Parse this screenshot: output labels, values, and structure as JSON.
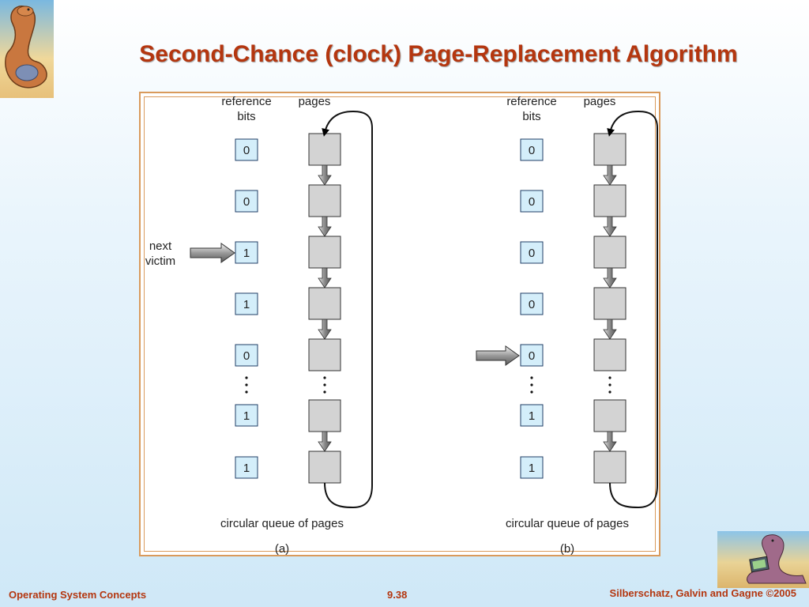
{
  "slide": {
    "title": "Second-Chance (clock) Page-Replacement Algorithm"
  },
  "diagram": {
    "panels": [
      {
        "label": "(a)",
        "header_reference_bits_line1": "reference",
        "header_reference_bits_line2": "bits",
        "header_pages": "pages",
        "bits": [
          "0",
          "0",
          "1",
          "1",
          "0",
          "1",
          "1"
        ],
        "pointer_label_line1": "next",
        "pointer_label_line2": "victim",
        "queue_caption": "circular queue of pages"
      },
      {
        "label": "(b)",
        "header_reference_bits_line1": "reference",
        "header_reference_bits_line2": "bits",
        "header_pages": "pages",
        "bits": [
          "0",
          "0",
          "0",
          "0",
          "0",
          "1",
          "1"
        ],
        "queue_caption": "circular queue of pages"
      }
    ],
    "colors": {
      "bit_box_fill": "#d4eefa",
      "page_box_fill": "#d3d3d3",
      "frame_border": "#d99a5c"
    }
  },
  "footer": {
    "left": "Operating System Concepts",
    "center": "9.38",
    "right": "Silberschatz, Galvin and Gagne ©2005"
  }
}
